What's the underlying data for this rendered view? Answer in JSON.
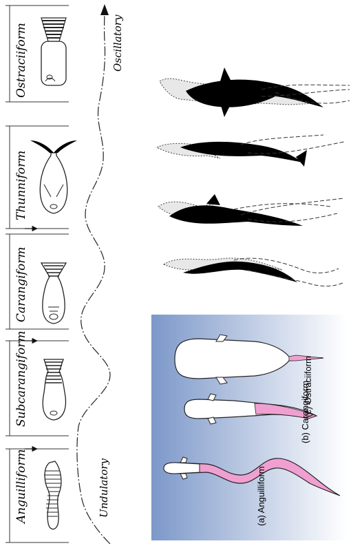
{
  "swim_modes": [
    {
      "name": "Anguilliform"
    },
    {
      "name": "Subcarangiform"
    },
    {
      "name": "Carangiform"
    },
    {
      "name": "Thunniform"
    },
    {
      "name": "Ostraciiform"
    }
  ],
  "spectrum": {
    "start_label": "Undulatory",
    "end_label": "Oscillatory"
  },
  "inset_panel": {
    "captions": [
      "(a) Anguilliform",
      "(b) Carangiform",
      "(c) Ostraciiform"
    ],
    "highlight_color": "#f0a0d0",
    "gradient_dark": "#7c98c9",
    "gradient_light": "#ffffff"
  },
  "silhouette_color": "#000000"
}
